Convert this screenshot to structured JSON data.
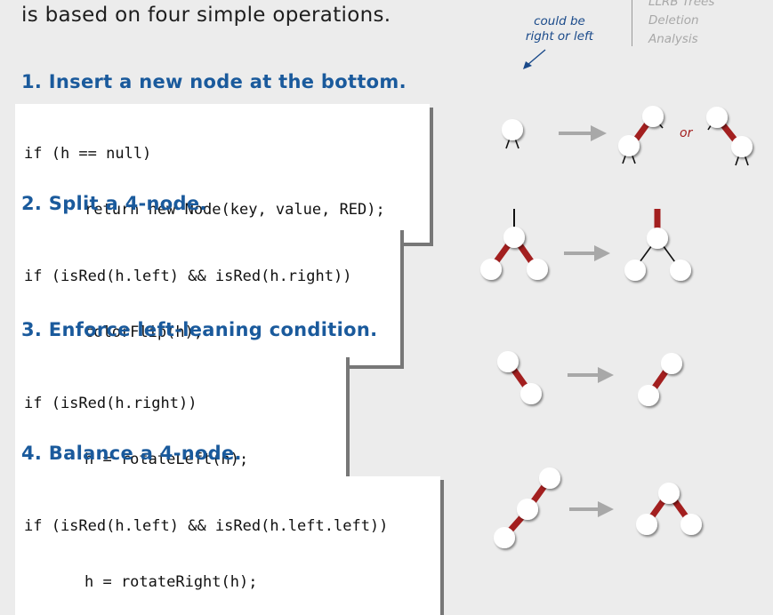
{
  "intro_text": "is based on four simple operations.",
  "note": {
    "line1": "could be",
    "line2": "right or left"
  },
  "nav": [
    "LLRB Trees",
    "Deletion",
    "Analysis"
  ],
  "steps": [
    {
      "title": "1. Insert a new node at the bottom.",
      "code": [
        "if (h == null)",
        "return new Node(key, value, RED);"
      ]
    },
    {
      "title": "2. Split a 4-node.",
      "code": [
        "if (isRed(h.left) && isRed(h.right))",
        "colorFlip(h);"
      ]
    },
    {
      "title": "3. Enforce left-leaning condition.",
      "code": [
        "if (isRed(h.right))",
        "h = rotateLeft(h);"
      ]
    },
    {
      "title": "4. Balance a 4-node.",
      "code": [
        "if (isRed(h.left) && isRed(h.left.left))",
        "h = rotateRight(h);"
      ]
    }
  ],
  "or_label": "or",
  "colors": {
    "red_link": "#a31f1f",
    "black_link": "#111111",
    "arrow": "#a8a8a8",
    "title": "#1a5a9c"
  }
}
